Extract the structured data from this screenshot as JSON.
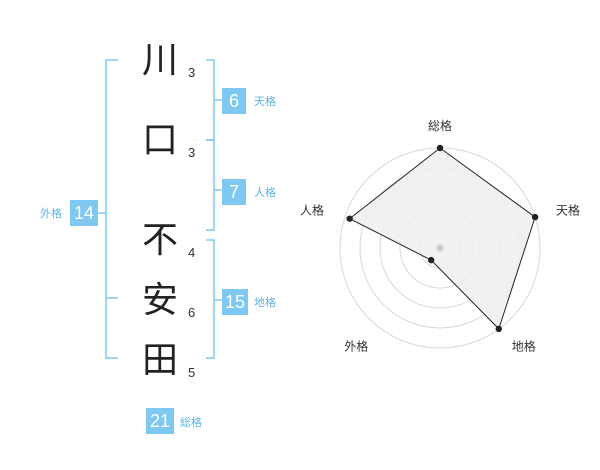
{
  "name": {
    "chars": [
      {
        "char": "川",
        "strokes": "3"
      },
      {
        "char": "口",
        "strokes": "3"
      },
      {
        "char": "不",
        "strokes": "4"
      },
      {
        "char": "安",
        "strokes": "6"
      },
      {
        "char": "田",
        "strokes": "5"
      }
    ]
  },
  "fortune": {
    "tenkaku": {
      "value": "6",
      "label": "天格"
    },
    "jinkaku": {
      "value": "7",
      "label": "人格"
    },
    "chikaku": {
      "value": "15",
      "label": "地格"
    },
    "gaikaku": {
      "value": "14",
      "label": "外格"
    },
    "soukaku": {
      "value": "21",
      "label": "総格"
    }
  },
  "radar": {
    "axes": [
      "総格",
      "天格",
      "地格",
      "外格",
      "人格"
    ],
    "values": [
      1.0,
      1.0,
      1.0,
      0.15,
      0.95
    ],
    "colors": {
      "ring": "#d8d8d8",
      "fill": "#eeeeee",
      "line": "#222222",
      "center": "#cccccc"
    }
  },
  "colors": {
    "bracket": "#7fc8f2",
    "badge": "#7fc8f2",
    "label": "#5bb4e8"
  }
}
